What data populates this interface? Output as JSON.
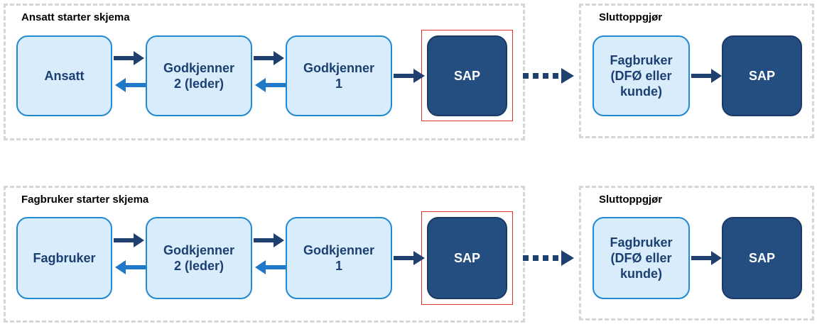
{
  "colors": {
    "box_light_fill": "#d8ecfb",
    "box_light_border": "#1f8ad2",
    "box_dark_fill": "#244e80",
    "arrow_dark": "#1f3f6e",
    "arrow_blue": "#1f78c8",
    "highlight": "#e0332e"
  },
  "rows": [
    {
      "left_title": "Ansatt starter skjema",
      "start": "Ansatt",
      "approver2": "Godkjenner\n2 (leder)",
      "approver1": "Godkjenner\n1",
      "sap": "SAP",
      "right_title": "Sluttoppgjør",
      "end_user": "Fagbruker\n(DFØ eller\nkunde)",
      "end_sap": "SAP"
    },
    {
      "left_title": "Fagbruker starter skjema",
      "start": "Fagbruker",
      "approver2": "Godkjenner\n2 (leder)",
      "approver1": "Godkjenner\n1",
      "sap": "SAP",
      "right_title": "Sluttoppgjør",
      "end_user": "Fagbruker\n(DFØ eller\nkunde)",
      "end_sap": "SAP"
    }
  ]
}
